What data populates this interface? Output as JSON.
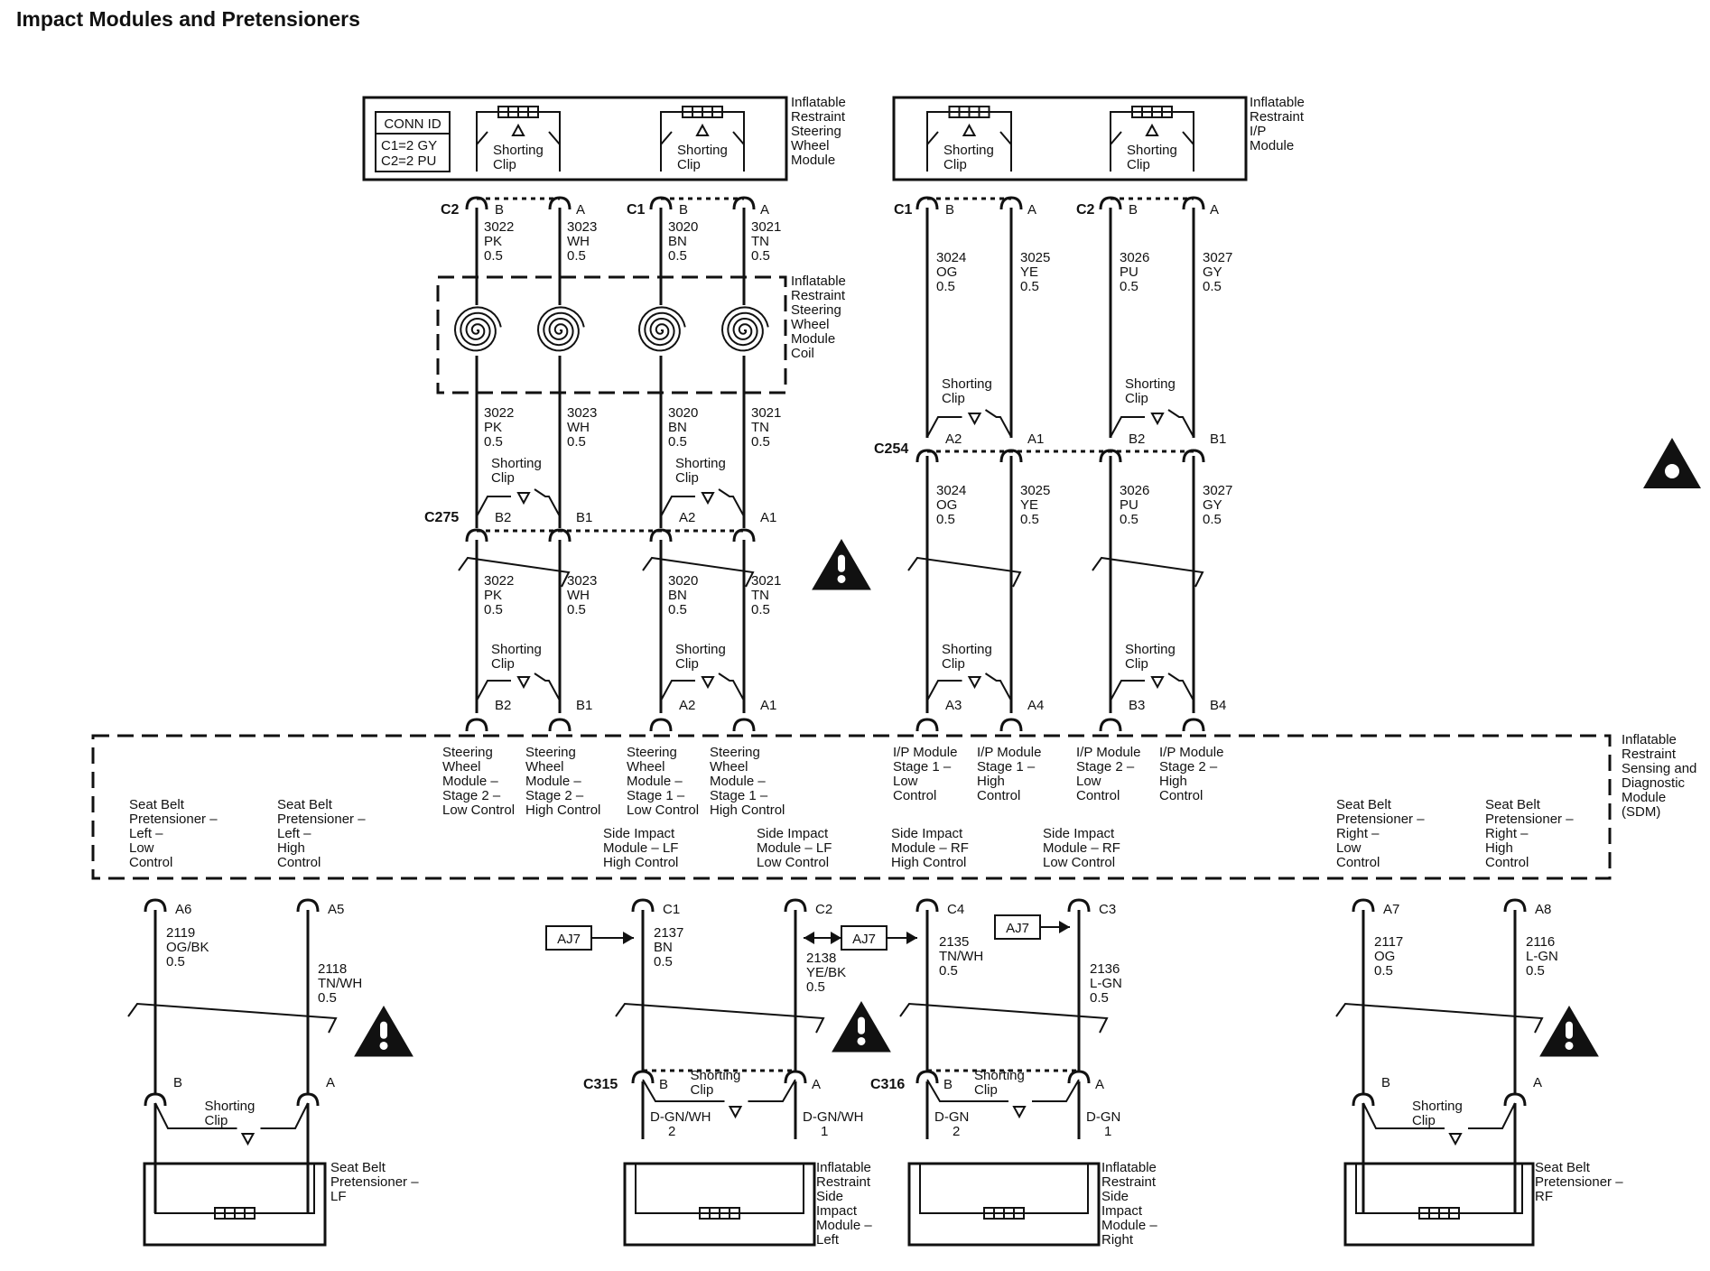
{
  "title": "Impact Modules and Pretensioners",
  "conn_id": {
    "header": "CONN ID",
    "lines": [
      "C1=2 GY",
      "C2=2 PU"
    ]
  },
  "components": {
    "steering_module": [
      "Inflatable",
      "Restraint",
      "Steering",
      "Wheel",
      "Module"
    ],
    "ip_module": [
      "Inflatable",
      "Restraint",
      "I/P",
      "Module"
    ],
    "coil": [
      "Inflatable",
      "Restraint",
      "Steering",
      "Wheel",
      "Module",
      "Coil"
    ],
    "sdm": [
      "Inflatable",
      "Restraint",
      "Sensing and",
      "Diagnostic",
      "Module",
      "(SDM)"
    ],
    "pret_lf": [
      "Seat Belt",
      "Pretensioner –",
      "LF"
    ],
    "pret_rf": [
      "Seat Belt",
      "Pretensioner –",
      "RF"
    ],
    "side_left": [
      "Inflatable",
      "Restraint",
      "Side",
      "Impact",
      "Module –",
      "Left"
    ],
    "side_right": [
      "Inflatable",
      "Restraint",
      "Side",
      "Impact",
      "Module –",
      "Right"
    ]
  },
  "shorting_clip": [
    "Shorting",
    "Clip"
  ],
  "connectors": {
    "steer_c2": "C2",
    "steer_c1": "C1",
    "ip_c1": "C1",
    "ip_c2": "C2",
    "c275": "C275",
    "c254": "C254",
    "c315": "C315",
    "c316": "C316"
  },
  "pins": {
    "steer_top": [
      "B",
      "A",
      "B",
      "A"
    ],
    "ip_top": [
      "B",
      "A",
      "B",
      "A"
    ],
    "c275": [
      "B2",
      "B1",
      "A2",
      "A1"
    ],
    "steer_sdm": [
      "B2",
      "B1",
      "A2",
      "A1"
    ],
    "c254": [
      "A2",
      "A1",
      "B2",
      "B1"
    ],
    "ip_sdm": [
      "A3",
      "A4",
      "B3",
      "B4"
    ],
    "sdm_bottom": [
      "A6",
      "A5",
      "C1",
      "C2",
      "C4",
      "C3",
      "A7",
      "A8"
    ],
    "pret_lf": [
      "B",
      "A"
    ],
    "pret_rf": [
      "B",
      "A"
    ],
    "c315": [
      "B",
      "A"
    ],
    "c316": [
      "B",
      "A"
    ]
  },
  "wires": {
    "steer": [
      {
        "circuit": "3022",
        "color": "PK",
        "size": "0.5"
      },
      {
        "circuit": "3023",
        "color": "WH",
        "size": "0.5"
      },
      {
        "circuit": "3020",
        "color": "BN",
        "size": "0.5"
      },
      {
        "circuit": "3021",
        "color": "TN",
        "size": "0.5"
      }
    ],
    "ip": [
      {
        "circuit": "3024",
        "color": "OG",
        "size": "0.5"
      },
      {
        "circuit": "3025",
        "color": "YE",
        "size": "0.5"
      },
      {
        "circuit": "3026",
        "color": "PU",
        "size": "0.5"
      },
      {
        "circuit": "3027",
        "color": "GY",
        "size": "0.5"
      }
    ],
    "bottom": [
      {
        "circuit": "2119",
        "color": "OG/BK",
        "size": "0.5"
      },
      {
        "circuit": "2118",
        "color": "TN/WH",
        "size": "0.5"
      },
      {
        "circuit": "2137",
        "color": "BN",
        "size": "0.5"
      },
      {
        "circuit": "2138",
        "color": "YE/BK",
        "size": "0.5"
      },
      {
        "circuit": "2135",
        "color": "TN/WH",
        "size": "0.5"
      },
      {
        "circuit": "2136",
        "color": "L-GN",
        "size": "0.5"
      },
      {
        "circuit": "2117",
        "color": "OG",
        "size": "0.5"
      },
      {
        "circuit": "2116",
        "color": "L-GN",
        "size": "0.5"
      }
    ],
    "side_out": [
      {
        "color": "D-GN/WH",
        "num": "2"
      },
      {
        "color": "D-GN/WH",
        "num": "1"
      },
      {
        "color": "D-GN",
        "num": "2"
      },
      {
        "color": "D-GN",
        "num": "1"
      }
    ]
  },
  "sdm_labels": {
    "steer": [
      [
        "Steering",
        "Wheel",
        "Module –",
        "Stage 2 –",
        "Low Control"
      ],
      [
        "Steering",
        "Wheel",
        "Module –",
        "Stage 2 –",
        "High Control"
      ],
      [
        "Steering",
        "Wheel",
        "Module –",
        "Stage 1 –",
        "Low Control"
      ],
      [
        "Steering",
        "Wheel",
        "Module –",
        "Stage 1 –",
        "High Control"
      ]
    ],
    "ip": [
      [
        "I/P Module",
        "Stage 1 –",
        "Low",
        "Control"
      ],
      [
        "I/P Module",
        "Stage 1 –",
        "High",
        "Control"
      ],
      [
        "I/P Module",
        "Stage 2 –",
        "Low",
        "Control"
      ],
      [
        "I/P Module",
        "Stage 2 –",
        "High",
        "Control"
      ]
    ],
    "bottom": [
      [
        "Seat Belt",
        "Pretensioner –",
        "Left –",
        "Low",
        "Control"
      ],
      [
        "Seat Belt",
        "Pretensioner –",
        "Left –",
        "High",
        "Control"
      ],
      [
        "Side Impact",
        "Module – LF",
        "High Control"
      ],
      [
        "Side Impact",
        "Module – LF",
        "Low Control"
      ],
      [
        "Side Impact",
        "Module – RF",
        "High Control"
      ],
      [
        "Side Impact",
        "Module – RF",
        "Low Control"
      ],
      [
        "Seat Belt",
        "Pretensioner –",
        "Right –",
        "Low",
        "Control"
      ],
      [
        "Seat Belt",
        "Pretensioner –",
        "Right –",
        "High",
        "Control"
      ]
    ]
  },
  "aj7": "AJ7",
  "icons": {
    "warning": "warning-icon",
    "airbag": "airbag-symbol-icon"
  }
}
